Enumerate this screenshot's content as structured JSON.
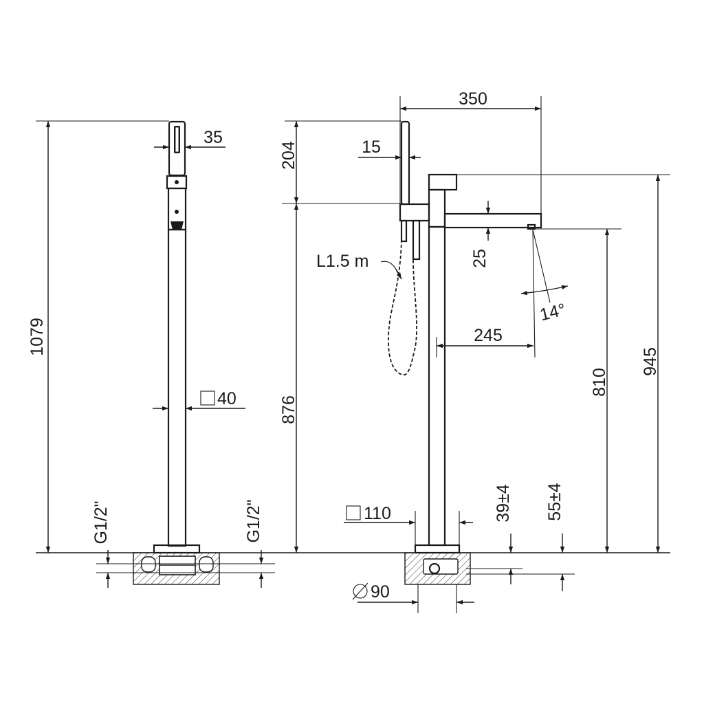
{
  "labels": {
    "total_height": "1079",
    "shower_head_width": "35",
    "column_section": "40",
    "inlet_left_1": "G1/2\"",
    "inlet_left_2": "G1/2\"",
    "spout_reach_total": "350",
    "shower_head_height": "204",
    "shower_head_depth": "15",
    "hose_length": "L1.5 m",
    "spout_thickness": "25",
    "spray_angle": "14°",
    "spout_reach": "245",
    "holder_height": "876",
    "outlet_height": "810",
    "body_height": "945",
    "base_plate": "110",
    "inlet_depth_1": "39±4",
    "inlet_depth_2": "55±4",
    "floor_diameter": "90"
  }
}
